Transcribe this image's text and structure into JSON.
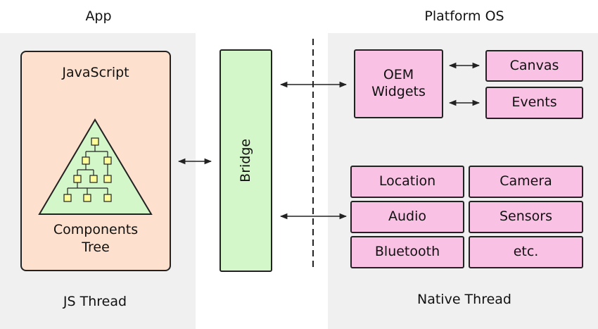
{
  "app": {
    "title": "App",
    "engine": "JavaScript",
    "components": "Components\nTree",
    "thread": "JS Thread"
  },
  "bridge": {
    "label": "Bridge"
  },
  "platform": {
    "title": "Platform OS",
    "oem_widgets": "OEM\nWidgets",
    "canvas": "Canvas",
    "events": "Events",
    "modules": [
      "Location",
      "Camera",
      "Audio",
      "Sensors",
      "Bluetooth",
      "etc."
    ],
    "thread": "Native Thread"
  },
  "colors": {
    "panel": "#f0f0f0",
    "app_box": "#fde0cd",
    "bridge": "#d4f7c9",
    "native_box": "#f9c2e4"
  }
}
